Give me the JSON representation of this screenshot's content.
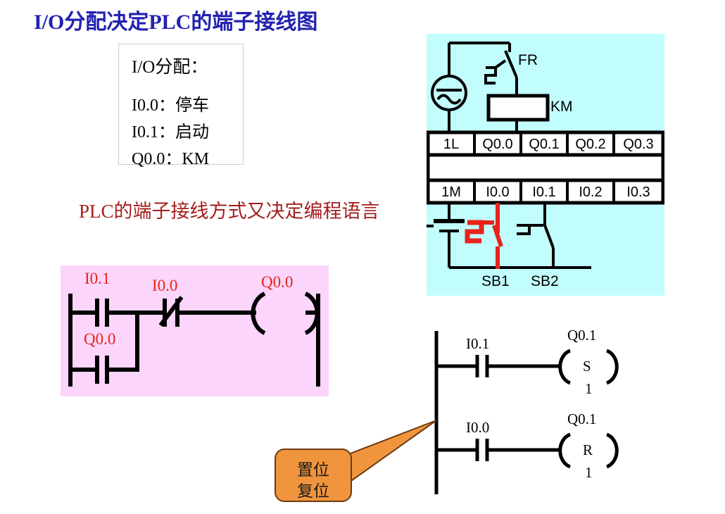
{
  "slide": {
    "title": "I/O分配决定PLC的端子接线图",
    "subtitle": "PLC的端子接线方式又决定编程语言"
  },
  "io_box": {
    "heading": "I/O分配：",
    "lines": [
      "I0.0：停车",
      "I0.1：启动",
      "Q0.0：KM"
    ]
  },
  "ladder_main": {
    "labels": {
      "contact_no": "I0.1",
      "contact_latch": "Q0.0",
      "contact_nc": "I0.0",
      "coil": "Q0.0"
    }
  },
  "plc_wiring": {
    "output_terminals": [
      "1L",
      "Q0.0",
      "Q0.1",
      "Q0.2",
      "Q0.3"
    ],
    "input_terminals": [
      "1M",
      "I0.0",
      "I0.1",
      "I0.2",
      "I0.3"
    ],
    "device_labels": {
      "overload": "FR",
      "contactor": "KM",
      "button_stop": "SB1",
      "button_start": "SB2"
    }
  },
  "ladder_setreset": {
    "rungs": [
      {
        "contact": "I0.1",
        "coil": "Q0.1",
        "op": "S",
        "count": "1"
      },
      {
        "contact": "I0.0",
        "coil": "Q0.1",
        "op": "R",
        "count": "1"
      }
    ]
  },
  "callout": {
    "lines": [
      "置位",
      "复位"
    ]
  },
  "colors": {
    "title": "#2222B0",
    "subtitle": "#A51D1D",
    "ladder_panel": "#FBD5FB",
    "plc_panel": "#C2FDFD",
    "label_red": "#E8231A",
    "callout": "#F0953E"
  }
}
